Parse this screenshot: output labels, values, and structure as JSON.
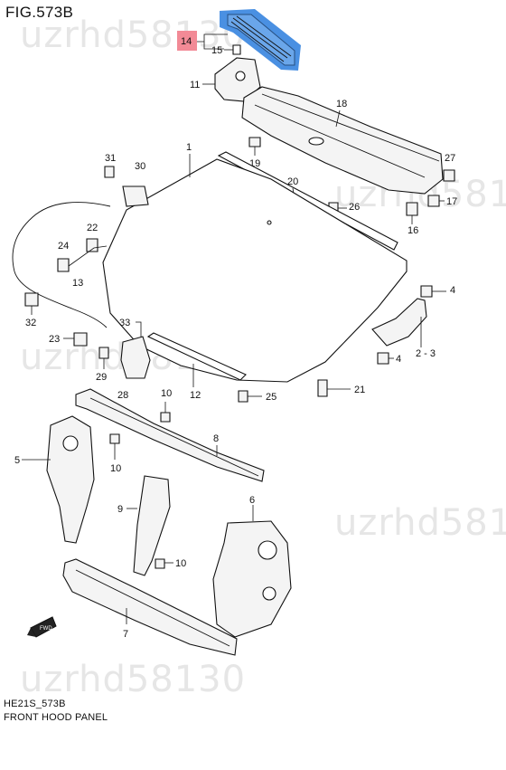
{
  "figure_title": "FIG.573B",
  "watermark_text": "uzrhd58130",
  "footer": {
    "code": "HE21S_573B",
    "title": "FRONT HOOD PANEL"
  },
  "highlight": {
    "part_number": "14",
    "label_color": "#f28a96",
    "part_color": "#4a90e2"
  },
  "callouts": {
    "c1": "1",
    "c2": "2 - 3",
    "c4a": "4",
    "c4b": "4",
    "c5": "5",
    "c6": "6",
    "c7": "7",
    "c8": "8",
    "c9": "9",
    "c10a": "10",
    "c10b": "10",
    "c10c": "10",
    "c11": "11",
    "c12": "12",
    "c13": "13",
    "c14": "14",
    "c15": "15",
    "c16": "16",
    "c17": "17",
    "c18": "18",
    "c19": "19",
    "c20": "20",
    "c21": "21",
    "c22": "22",
    "c23": "23",
    "c24": "24",
    "c25": "25",
    "c26": "26",
    "c27": "27",
    "c28": "28",
    "c29": "29",
    "c30": "30",
    "c31": "31",
    "c32": "32",
    "c33": "33"
  },
  "direction_badge": "FWD"
}
